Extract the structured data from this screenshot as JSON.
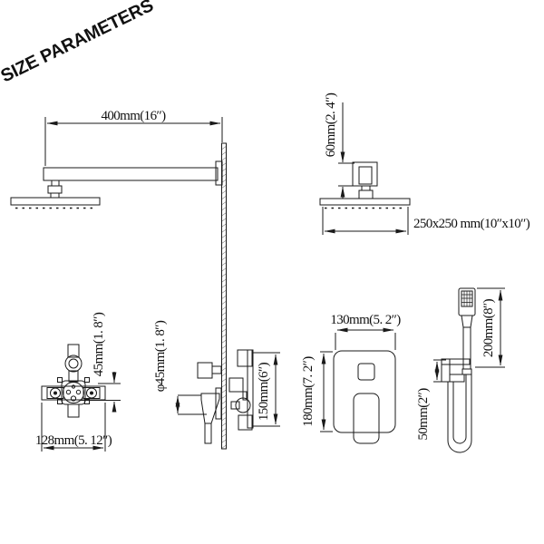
{
  "title": "SIZE PARAMETERS",
  "colors": {
    "ink": "#1a1a1a",
    "background": "#ffffff"
  },
  "dimensions": {
    "arm_length": "400mm(16″)",
    "mount_height": "60mm(2. 4″)",
    "head_size": "250x250 mm(10″x10″)",
    "valve_depth": "45mm(1. 8″)",
    "valve_width": "128mm(5. 12″)",
    "handle_diameter": "φ45mm(1. 8″)",
    "valve_height": "150mm(6″)",
    "plate_width": "130mm(5. 2″)",
    "plate_height": "180mm(7. 2″)",
    "hand_shower_length": "200mm(8″)",
    "holder_height": "50mm(2″)"
  }
}
